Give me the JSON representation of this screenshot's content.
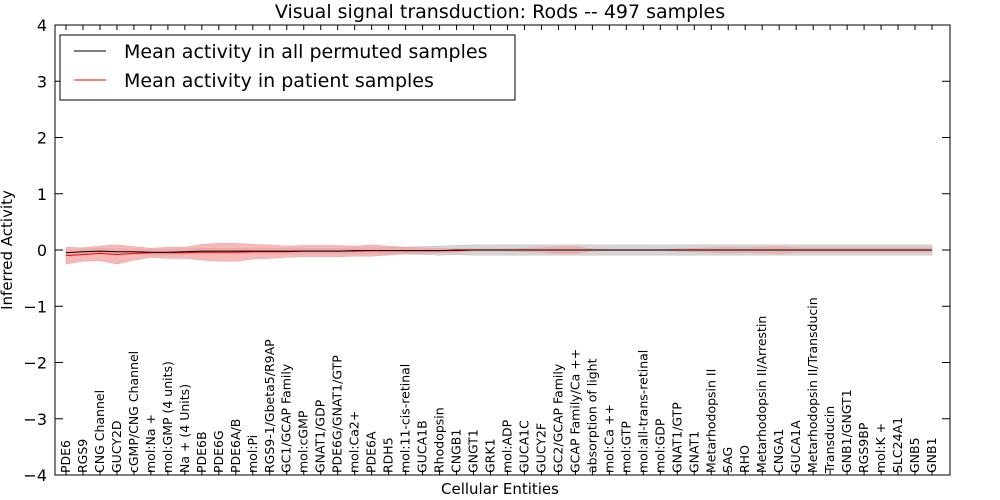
{
  "chart_data": {
    "type": "line",
    "title": "Visual signal transduction: Rods -- 497 samples",
    "xlabel": "Cellular Entities",
    "ylabel": "Inferred Activity",
    "ylim": [
      -4,
      4
    ],
    "yticks": [
      4,
      3,
      2,
      1,
      0,
      -1,
      -2,
      -3,
      -4
    ],
    "ytick_labels": [
      "4",
      "3",
      "2",
      "1",
      "0",
      "−1",
      "−2",
      "−3",
      "−4"
    ],
    "legend_position": "top-left",
    "categories": [
      "PDE6",
      "RGS9",
      "CNG Channel",
      "GUCY2D",
      "cGMP/CNG Channel",
      "mol:Na +",
      "mol:GMP (4 units)",
      "Na + (4 Units)",
      "PDE6B",
      "PDE6G",
      "PDE6A/B",
      "mol:Pi",
      "RGS9-1/Gbeta5/R9AP",
      "GC1/GCAP Family",
      "mol:cGMP",
      "GNAT1/GDP",
      "PDE6G/GNAT1/GTP",
      "mol:Ca2+",
      "PDE6A",
      "RDH5",
      "mol:11-cis-retinal",
      "GUCA1B",
      "Rhodopsin",
      "CNGB1",
      "GNGT1",
      "GRK1",
      "mol:ADP",
      "GUCA1C",
      "GUCY2F",
      "GC2/GCAP Family",
      "GCAP Family/Ca ++",
      "absorption of light",
      "mol:Ca ++",
      "mol:GTP",
      "mol:all-trans-retinal",
      "mol:GDP",
      "GNAT1/GTP",
      "GNAT1",
      "Metarhodopsin II",
      "SAG",
      "RHO",
      "Metarhodopsin II/Arrestin",
      "CNGA1",
      "GUCA1A",
      "Metarhodopsin II/Transducin",
      "Transducin",
      "GNB1/GNGT1",
      "RGS9BP",
      "mol:K +",
      "SLC24A1",
      "GNB5",
      "GNB1"
    ],
    "series": [
      {
        "name": "Mean activity in all permuted samples",
        "color": "#000000",
        "band_color": "#bbbbbb",
        "values": [
          -0.05,
          -0.03,
          -0.02,
          -0.03,
          -0.03,
          -0.04,
          -0.04,
          -0.03,
          -0.02,
          -0.02,
          -0.02,
          -0.02,
          -0.02,
          -0.02,
          -0.02,
          -0.02,
          -0.02,
          -0.01,
          -0.01,
          -0.01,
          -0.01,
          -0.01,
          -0.01,
          0,
          0,
          0,
          0,
          0,
          0,
          0,
          0,
          0,
          0,
          0,
          0,
          0,
          0,
          0,
          0,
          0,
          0,
          0,
          0,
          0,
          0,
          0,
          0,
          0,
          0,
          0,
          0,
          0
        ],
        "band_halfwidth": [
          0.05,
          0.05,
          0.05,
          0.05,
          0.05,
          0.05,
          0.05,
          0.05,
          0.05,
          0.05,
          0.05,
          0.05,
          0.05,
          0.05,
          0.05,
          0.05,
          0.05,
          0.05,
          0.05,
          0.06,
          0.06,
          0.07,
          0.08,
          0.08,
          0.09,
          0.09,
          0.09,
          0.09,
          0.09,
          0.09,
          0.09,
          0.09,
          0.09,
          0.09,
          0.09,
          0.09,
          0.09,
          0.09,
          0.09,
          0.09,
          0.09,
          0.09,
          0.09,
          0.09,
          0.09,
          0.09,
          0.09,
          0.09,
          0.09,
          0.09,
          0.09,
          0.09
        ]
      },
      {
        "name": "Mean activity in patient samples",
        "color": "#ff0000",
        "band_color": "#f4a0a0",
        "values": [
          -0.1,
          -0.08,
          -0.06,
          -0.08,
          -0.06,
          -0.05,
          -0.05,
          -0.05,
          -0.04,
          -0.04,
          -0.04,
          -0.03,
          -0.03,
          -0.03,
          -0.02,
          -0.02,
          -0.02,
          -0.02,
          -0.01,
          -0.01,
          -0.01,
          -0.01,
          -0.01,
          -0.01,
          0,
          0,
          0,
          0,
          0,
          0,
          0,
          0,
          0,
          0,
          0,
          0,
          0,
          0,
          0,
          0,
          0,
          0,
          0,
          0,
          0,
          0,
          0,
          0,
          0,
          0,
          0,
          0
        ],
        "band_halfwidth": [
          0.15,
          0.12,
          0.13,
          0.17,
          0.12,
          0.08,
          0.1,
          0.1,
          0.14,
          0.16,
          0.16,
          0.13,
          0.12,
          0.1,
          0.1,
          0.1,
          0.1,
          0.09,
          0.1,
          0.08,
          0.06,
          0.05,
          0.04,
          0.03,
          0.02,
          0.02,
          0.02,
          0.03,
          0.04,
          0.06,
          0.06,
          0.02,
          0.01,
          0.01,
          0.01,
          0.01,
          0.02,
          0.03,
          0.04,
          0.05,
          0.04,
          0.05,
          0.06,
          0.04,
          0.04,
          0.04,
          0.04,
          0.04,
          0.04,
          0.04,
          0.04,
          0.04
        ]
      }
    ]
  }
}
